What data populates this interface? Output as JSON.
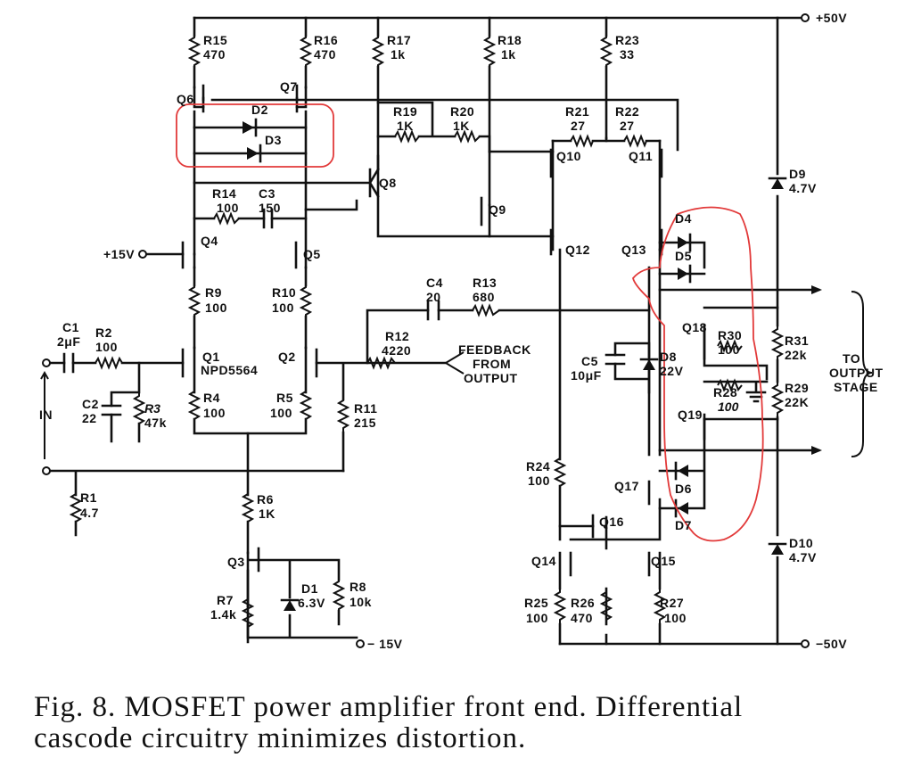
{
  "caption": {
    "line1": "Fig. 8. MOSFET power amplifier front end. Differential",
    "line2": "cascode circuitry minimizes distortion."
  },
  "rails": {
    "pos50": "+50V",
    "neg50": "−50V",
    "pos15": "+15V",
    "neg15": "− 15V"
  },
  "io": {
    "input": "IN",
    "feedback": [
      "FEEDBACK",
      "FROM",
      "OUTPUT"
    ],
    "to_output": [
      "TO",
      "OUTPUT",
      "STAGE"
    ]
  },
  "transistors": {
    "Q1": "Q1",
    "Q2": "Q2",
    "Q3": "Q3",
    "Q4": "Q4",
    "Q5": "Q5",
    "Q6": "Q6",
    "Q7": "Q7",
    "Q8": "Q8",
    "Q9": "Q9",
    "Q10": "Q10",
    "Q11": "Q11",
    "Q12": "Q12",
    "Q13": "Q13",
    "Q14": "Q14",
    "Q15": "Q15",
    "Q16": "Q16",
    "Q17": "Q17",
    "Q18": "Q18",
    "Q19": "Q19",
    "pair_part": "NPD5564"
  },
  "resistors": {
    "R1": [
      "R1",
      "4.7"
    ],
    "R2": [
      "R2",
      "100"
    ],
    "R3": [
      "R3",
      "47k"
    ],
    "R4": [
      "R4",
      "100"
    ],
    "R5": [
      "R5",
      "100"
    ],
    "R6": [
      "R6",
      "1K"
    ],
    "R7": [
      "R7",
      "1.4k"
    ],
    "R8": [
      "R8",
      "10k"
    ],
    "R9": [
      "R9",
      "100"
    ],
    "R10": [
      "R10",
      "100"
    ],
    "R11": [
      "R11",
      "215"
    ],
    "R12": [
      "R12",
      "4220"
    ],
    "R13": [
      "R13",
      "680"
    ],
    "R14": [
      "R14",
      "100"
    ],
    "R15": [
      "R15",
      "470"
    ],
    "R16": [
      "R16",
      "470"
    ],
    "R17": [
      "R17",
      "1k"
    ],
    "R18": [
      "R18",
      "1k"
    ],
    "R19": [
      "R19",
      "1K"
    ],
    "R20": [
      "R20",
      "1K"
    ],
    "R21": [
      "R21",
      "27"
    ],
    "R22": [
      "R22",
      "27"
    ],
    "R23": [
      "R23",
      "33"
    ],
    "R24": [
      "R24",
      "100"
    ],
    "R25": [
      "R25",
      "100"
    ],
    "R26": [
      "R26",
      "470"
    ],
    "R27": [
      "R27",
      "100"
    ],
    "R28": [
      "R28",
      "100"
    ],
    "R29": [
      "R29",
      "22K"
    ],
    "R30": [
      "R30",
      "100"
    ],
    "R31": [
      "R31",
      "22k"
    ]
  },
  "capacitors": {
    "C1": [
      "C1",
      "2μF"
    ],
    "C2": [
      "C2",
      "22"
    ],
    "C3": [
      "C3",
      "150"
    ],
    "C4": [
      "C4",
      "20"
    ],
    "C5": [
      "C5",
      "10μF"
    ]
  },
  "diodes": {
    "D1": [
      "D1",
      "6.3V"
    ],
    "D2": "D2",
    "D3": "D3",
    "D4": "D4",
    "D5": "D5",
    "D6": "D6",
    "D7": "D7",
    "D8": [
      "D8",
      "22V"
    ],
    "D9": [
      "D9",
      "4.7V"
    ],
    "D10": [
      "D10",
      "4.7V"
    ]
  },
  "highlight_color": "#e23a3a"
}
